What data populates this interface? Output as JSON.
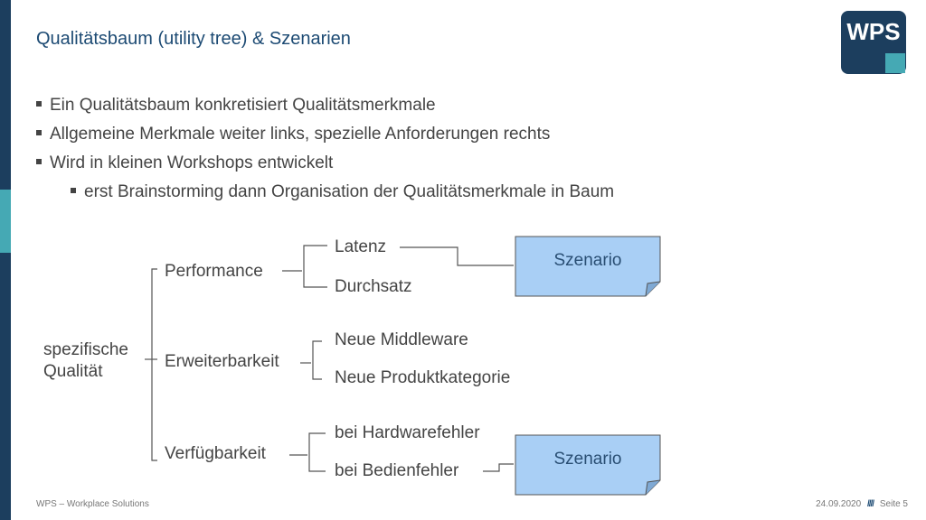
{
  "slide": {
    "title": "Qualitätsbaum (utility tree) & Szenarien",
    "logo_text": "WPS",
    "bullets": [
      "Ein Qualitätsbaum konkretisiert Qualitätsmerkmale",
      "Allgemeine Merkmale weiter links, spezielle Anforderungen rechts",
      "Wird in kleinen Workshops entwickelt"
    ],
    "sub_bullets": [
      "erst Brainstorming dann Organisation der Qualitätsmerkmale in Baum"
    ]
  },
  "tree": {
    "root_line1": "spezifische",
    "root_line2": "Qualität",
    "branches": [
      {
        "label": "Performance",
        "leaves": [
          "Latenz",
          "Durchsatz"
        ]
      },
      {
        "label": "Erweiterbarkeit",
        "leaves": [
          "Neue Middleware",
          "Neue Produktkategorie"
        ]
      },
      {
        "label": "Verfügbarkeit",
        "leaves": [
          "bei Hardwarefehler",
          "bei Bedienfehler"
        ]
      }
    ],
    "scenarios": [
      "Szenario",
      "Szenario"
    ]
  },
  "footer": {
    "left": "WPS – Workplace Solutions",
    "date": "24.09.2020",
    "separator": "////",
    "page": "Seite 5"
  },
  "colors": {
    "brand_dark": "#1c3e5e",
    "brand_accent": "#45a9b4",
    "title": "#1c4a73",
    "scenario_fill": "#a9cff5"
  }
}
